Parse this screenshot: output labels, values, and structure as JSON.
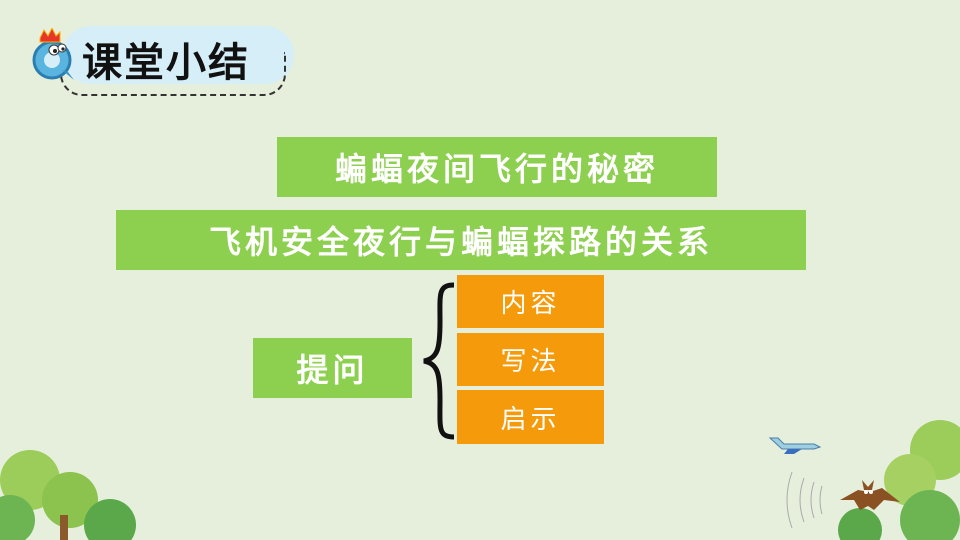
{
  "header": {
    "title": "课堂小结"
  },
  "main": {
    "line1": "蝙蝠夜间飞行的秘密",
    "line2": "飞机安全夜行与蝙蝠探路的关系",
    "question": "提问",
    "branches": [
      "内容",
      "写法",
      "启示"
    ]
  },
  "colors": {
    "background": "#e5efdc",
    "green": "#8dcf4e",
    "orange": "#f59b0b"
  }
}
